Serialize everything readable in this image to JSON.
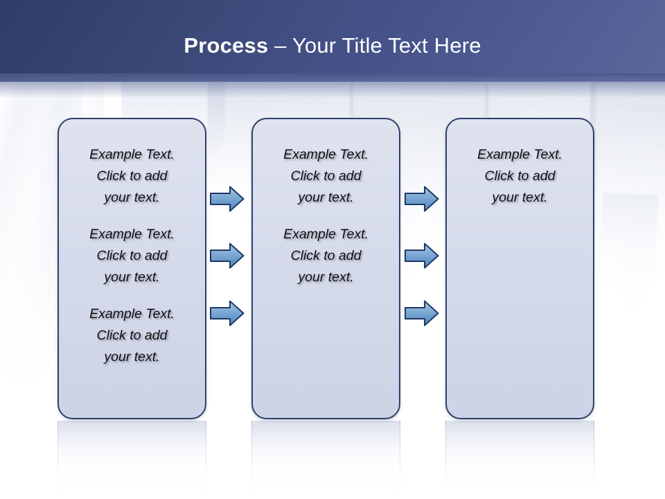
{
  "slide": {
    "title": {
      "bold_part": "Process",
      "rest_part": " – Your Title Text Here"
    },
    "colors": {
      "title_band_dark": "#2e3c6b",
      "title_band_light": "#5a6799",
      "title_text": "#ffffff",
      "box_border": "#2e3f6b",
      "box_fill_top": "#dfe3ef",
      "box_fill_bottom": "#ccd3e6",
      "arrow_fill_light": "#9dbfe0",
      "arrow_fill_dark": "#4e84bd",
      "arrow_outline": "#1f3864",
      "body_text": "#0f0f12"
    },
    "boxes": [
      {
        "name": "box-1",
        "blocks": [
          "Example Text.\nClick  to add\nyour text.",
          "Example Text.\nClick  to add\nyour text.",
          "Example Text.\nClick  to add\nyour text."
        ]
      },
      {
        "name": "box-2",
        "blocks": [
          "Example Text.\nClick  to add\nyour text.",
          "Example Text.\nClick  to add\nyour text."
        ]
      },
      {
        "name": "box-3",
        "blocks": [
          "Example Text.\nClick  to add\nyour text."
        ]
      }
    ],
    "arrows": [
      {
        "group": 1,
        "row": 1,
        "icon": "right-arrow-icon"
      },
      {
        "group": 1,
        "row": 2,
        "icon": "right-arrow-icon"
      },
      {
        "group": 1,
        "row": 3,
        "icon": "right-arrow-icon"
      },
      {
        "group": 2,
        "row": 1,
        "icon": "right-arrow-icon"
      },
      {
        "group": 2,
        "row": 2,
        "icon": "right-arrow-icon"
      },
      {
        "group": 2,
        "row": 3,
        "icon": "right-arrow-icon"
      }
    ]
  }
}
